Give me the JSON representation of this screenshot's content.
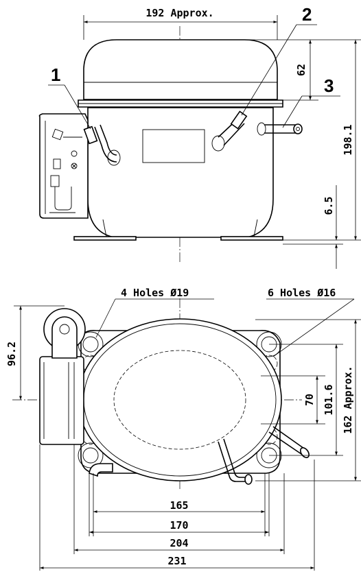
{
  "front_view": {
    "width_label": "192 Approx.",
    "height_label": "198.1",
    "top_label": "62",
    "feet_label": "6.5",
    "callouts": [
      "1",
      "2",
      "3"
    ]
  },
  "top_view": {
    "holes_19_label": "4 Holes Ø19",
    "holes_16_label": "6 Holes Ø16",
    "left_height_label": "96.2",
    "inner_height_label": "70",
    "mid_height_label": "101.6",
    "outer_height_label": "162 Approx.",
    "widths": [
      "165",
      "170",
      "204",
      "231"
    ]
  }
}
